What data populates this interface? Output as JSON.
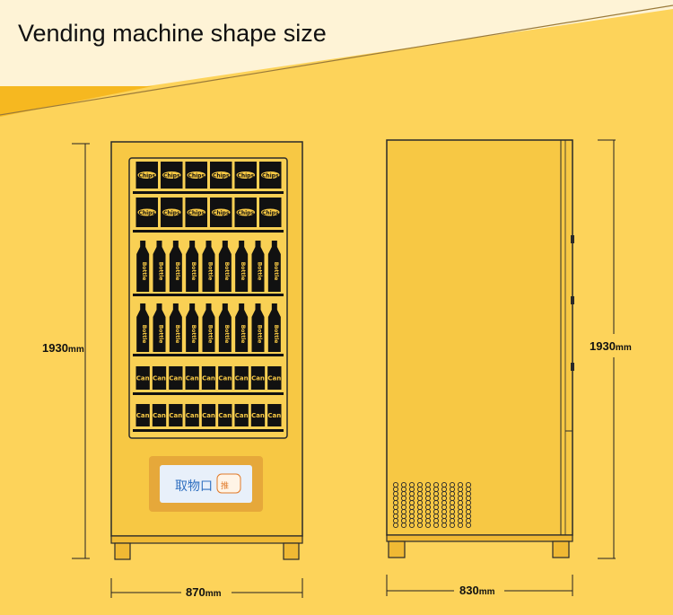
{
  "title": "Vending machine shape size",
  "front_view": {
    "height_value": "1930",
    "height_unit": "mm",
    "width_value": "870",
    "width_unit": "mm",
    "shelves": [
      {
        "label": "Chips",
        "count": 6
      },
      {
        "label": "Chips",
        "count": 6
      },
      {
        "label": "Bottle",
        "count": 9
      },
      {
        "label": "Bottle",
        "count": 9
      },
      {
        "label": "Can",
        "count": 9
      },
      {
        "label": "Can",
        "count": 9
      }
    ],
    "pickup_label": "取物口",
    "pickup_badge": "推"
  },
  "side_view": {
    "height_value": "1930",
    "height_unit": "mm",
    "width_value": "830",
    "width_unit": "mm",
    "vent_grid": {
      "rows": 10,
      "cols": 10
    }
  },
  "colors": {
    "background": "#fdd35a",
    "banner": "#fef3d6",
    "stripe": "#f6b820",
    "machine": "#f7c844",
    "outline": "#2a2a2a",
    "pickup_panel": "#e6a83a",
    "pickup_face": "#e8f0fa"
  }
}
